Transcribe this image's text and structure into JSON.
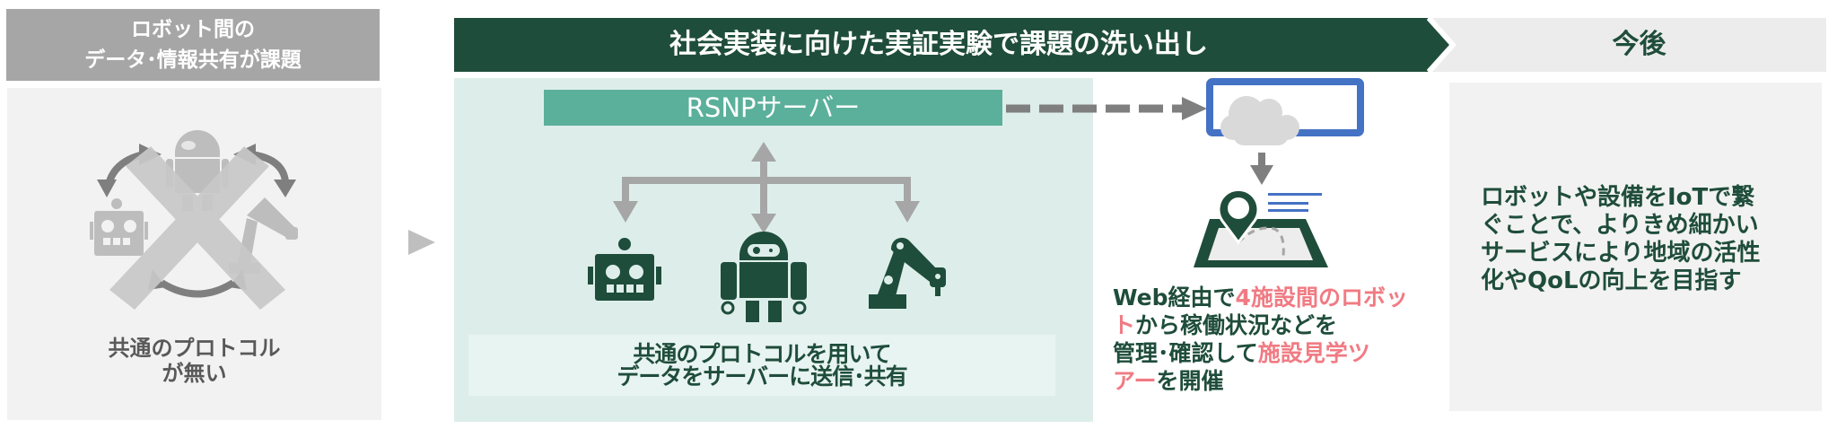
{
  "left": {
    "header_line1": "ロボット間の",
    "header_line2": "データ･情報共有が課題",
    "caption_line1": "共通のプロトコル",
    "caption_line2": "が無い",
    "illustration": [
      "robot-head-icon",
      "android-robot-icon",
      "robot-arm-icon",
      "cycle-arrows-icon",
      "cross-mark-icon"
    ]
  },
  "middle": {
    "header_title": "社会実装に向けた実証実験で課題の洗い出し",
    "server_label": "RSNPサーバー",
    "protocol_line1": "共通のプロトコルを用いて",
    "protocol_line2": "データをサーバーに送信･共有",
    "robots": [
      "robot-head-icon",
      "android-robot-icon",
      "robot-arm-icon"
    ],
    "web_text": {
      "seg1": "Web経由で",
      "seg2_highlight": "4施設間のロボッ",
      "seg3_highlight": "ト",
      "seg4": "から稼働状況などを",
      "seg5": "管理･確認して",
      "seg6_highlight": "施設見学ツ",
      "seg7_highlight": "アー",
      "seg8": "を開催"
    }
  },
  "right": {
    "header_title": "今後",
    "body_line1": "ロボットや設備をIoTで繋",
    "body_line2": "ぐことで、よりきめ細かい",
    "body_line3": "サービスにより地域の活性",
    "body_line4": "化やQoLの向上を目指す"
  },
  "colors": {
    "dark_green": "#1f4d3b",
    "teal": "#5bb09b",
    "teal_bg": "#ddeeea",
    "pink": "#f07b83",
    "grey_header": "#a6a6a6",
    "blue": "#4472c4"
  }
}
